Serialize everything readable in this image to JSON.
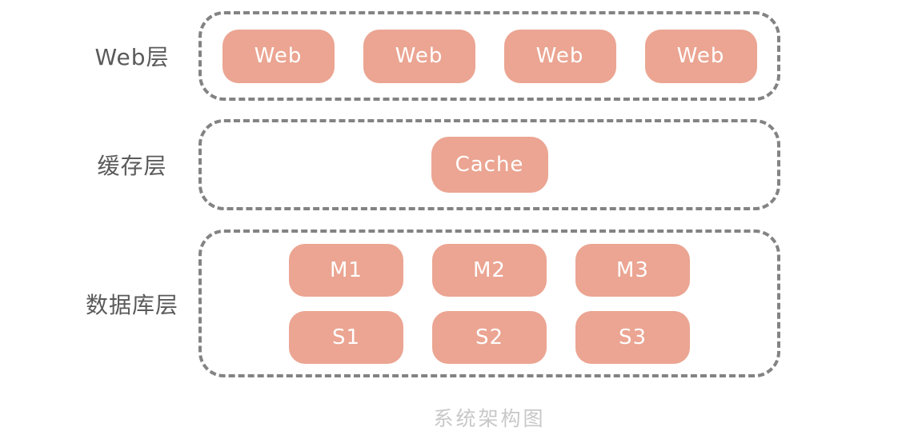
{
  "diagram": {
    "title": "系统架构图",
    "layers": [
      {
        "id": "web",
        "label": "Web层",
        "nodes": [
          "Web",
          "Web",
          "Web",
          "Web"
        ]
      },
      {
        "id": "cache",
        "label": "缓存层",
        "nodes": [
          "Cache"
        ]
      },
      {
        "id": "db",
        "label": "数据库层",
        "rows": [
          [
            "M1",
            "M2",
            "M3"
          ],
          [
            "S1",
            "S2",
            "S3"
          ]
        ]
      }
    ],
    "colors": {
      "node_fill": "#eba592",
      "node_text": "#ffffff",
      "container_border": "#838383",
      "layer_label_text": "#5a5a5a",
      "title_text": "#c8c8c8",
      "background": "#ffffff"
    }
  }
}
